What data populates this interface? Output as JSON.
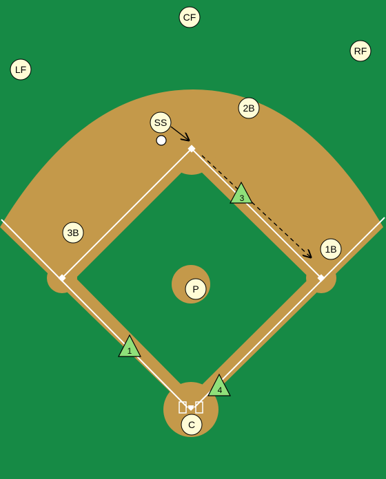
{
  "colors": {
    "grass": "#168a45",
    "dirt": "#c4994a",
    "chalk": "#ffffff",
    "fielder_fill": "#fffcd6",
    "runner_fill": "#8fe07a",
    "ink": "#000000"
  },
  "fielders": {
    "cf": "CF",
    "lf": "LF",
    "rf": "RF",
    "ss": "SS",
    "second_base": "2B",
    "third_base": "3B",
    "first_base": "1B",
    "pitcher": "P",
    "catcher": "C"
  },
  "runners": {
    "r1": "1",
    "r3": "3",
    "r4": "4"
  },
  "icons": {
    "ball": "baseball-icon",
    "throw": "throw-arrow-icon",
    "route": "run-route-dashed-arrow-icon"
  }
}
